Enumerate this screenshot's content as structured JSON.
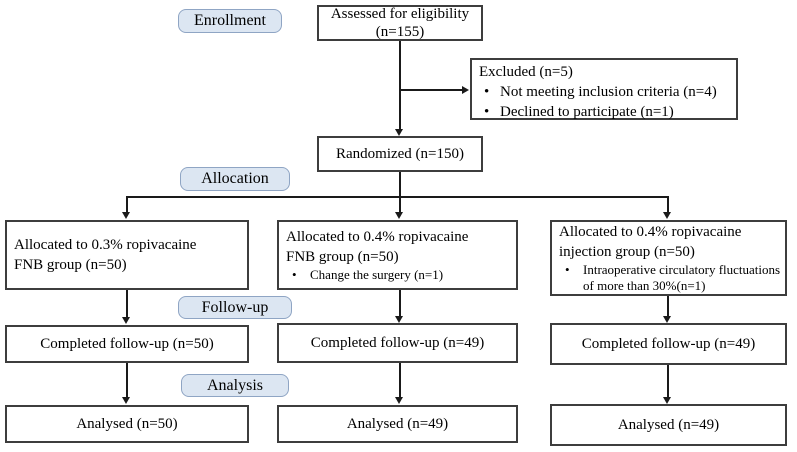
{
  "glyphs": {
    "bullet": "•"
  },
  "colors": {
    "stage_label_fill": "#dce6f2",
    "stage_label_border": "#8fa5c4",
    "box_border": "#3d3d3d",
    "line_color": "#1a1a1a",
    "background": "#ffffff"
  },
  "stage_labels": {
    "enrollment": "Enrollment",
    "allocation": "Allocation",
    "followup": "Follow-up",
    "analysis": "Analysis"
  },
  "boxes": {
    "assessed": {
      "line1": "Assessed for eligibility",
      "line2": "(n=155)"
    },
    "excluded": {
      "title": "Excluded (n=5)",
      "bullets": [
        "Not meeting inclusion criteria (n=4)",
        "Declined to participate (n=1)"
      ]
    },
    "randomized": {
      "text": "Randomized (n=150)"
    },
    "allocated_03_fnb": {
      "line1": "Allocated to 0.3% ropivacaine",
      "line2": "FNB group (n=50)"
    },
    "allocated_04_fnb": {
      "line1": "Allocated to 0.4% ropivacaine",
      "line2": "FNB group (n=50)",
      "bullets": [
        "Change the surgery (n=1)"
      ]
    },
    "allocated_04_injection": {
      "line1": "Allocated to 0.4% ropivacaine",
      "line2": "injection group (n=50)",
      "bullets": [
        "Intraoperative circulatory fluctuations of more than 30%(n=1)"
      ]
    },
    "followup_left": {
      "text": "Completed follow-up (n=50)"
    },
    "followup_mid": {
      "text": "Completed follow-up (n=49)"
    },
    "followup_right": {
      "text": "Completed follow-up (n=49)"
    },
    "analysed_left": {
      "text": "Analysed (n=50)"
    },
    "analysed_mid": {
      "text": "Analysed (n=49)"
    },
    "analysed_right": {
      "text": "Analysed (n=49)"
    }
  }
}
